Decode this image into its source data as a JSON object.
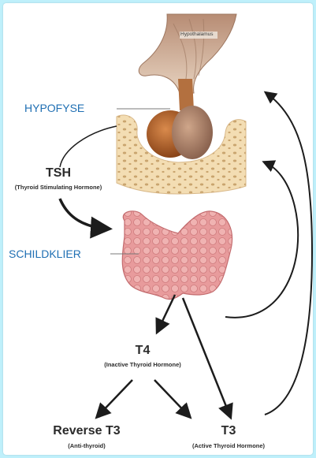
{
  "labels": {
    "hypothalamus": "Hypothalamus",
    "hypofyse": "HYPOFYSE",
    "schildklier": "SCHILDKLIER",
    "tsh": "TSH",
    "tsh_sub": "(Thyroid Stimulating Hormone)",
    "t4": "T4",
    "t4_sub": "(Inactive Thyroid Hormone)",
    "reverse_t3": "Reverse T3",
    "reverse_t3_sub": "(Anti-thyroid)",
    "t3": "T3",
    "t3_sub": "(Active Thyroid Hormone)"
  },
  "colors": {
    "background": "#bff0fb",
    "label_blue": "#1f6fb3",
    "text_dark": "#2b2b2b",
    "thyroid_pink": "#e7999a",
    "pituitary_brown": "#b5683a",
    "bone": "#f1d6a8"
  }
}
